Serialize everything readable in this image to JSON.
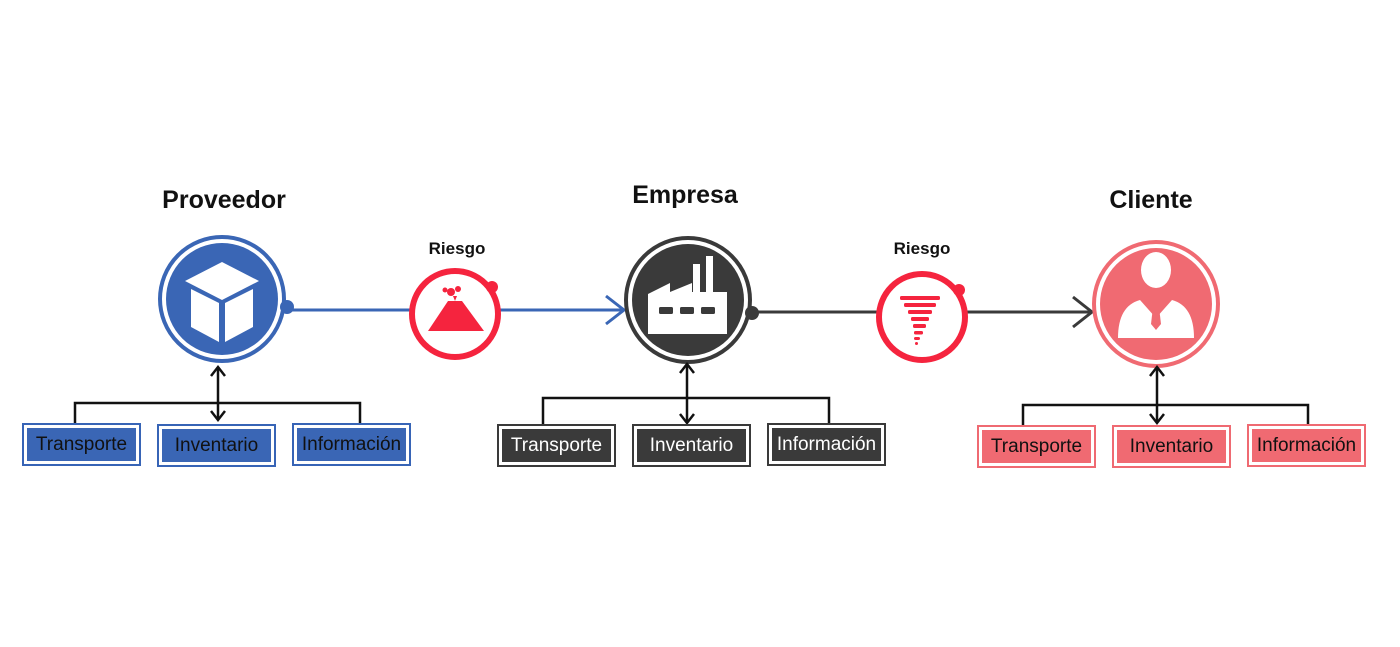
{
  "nodes": [
    {
      "title": "Proveedor",
      "icon": "box-icon",
      "color": "#3a66b5",
      "boxes": [
        "Transporte",
        "Inventario",
        "Información"
      ]
    },
    {
      "title": "Empresa",
      "icon": "factory-icon",
      "color": "#3a3a3a",
      "boxes": [
        "Transporte",
        "Inventario",
        "Información"
      ]
    },
    {
      "title": "Cliente",
      "icon": "user-icon",
      "color": "#f06a72",
      "boxes": [
        "Transporte",
        "Inventario",
        "Información"
      ]
    }
  ],
  "risks": [
    {
      "label": "Riesgo",
      "icon": "volcano-icon",
      "color": "#f5243e"
    },
    {
      "label": "Riesgo",
      "icon": "tornado-icon",
      "color": "#f5243e"
    }
  ]
}
